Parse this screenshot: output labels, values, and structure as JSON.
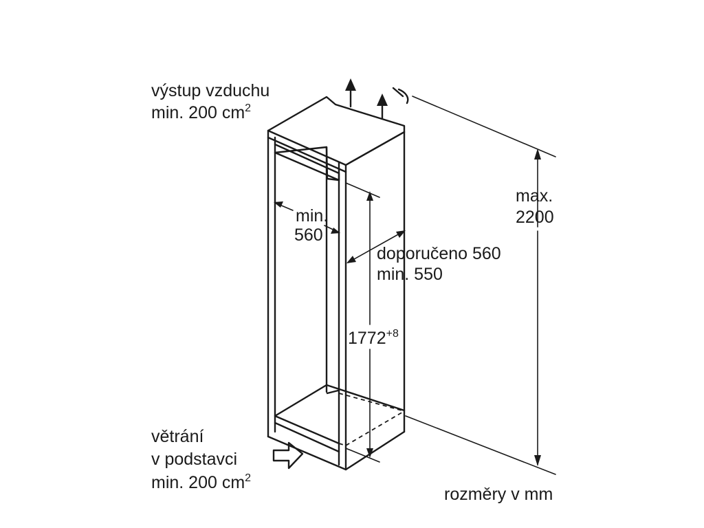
{
  "labels": {
    "air_outlet_line1": "výstup vzduchu",
    "air_outlet_line2_main": "min. 200 cm",
    "air_outlet_line2_sup": "2",
    "max_height_line1": "max.",
    "max_height_line2": "2200",
    "width_line1": "min.",
    "width_line2": "560",
    "depth_line1": "doporučeno 560",
    "depth_line2": "min. 550",
    "niche_height_main": "1772",
    "niche_height_sup": "+8",
    "base_vent_line1": "větrání",
    "base_vent_line2": "v podstavci",
    "base_vent_line3_main": "min. 200 cm",
    "base_vent_line3_sup": "2",
    "units_note": "rozměry v mm"
  },
  "colors": {
    "line": "#1a1a1a",
    "background": "#ffffff"
  }
}
